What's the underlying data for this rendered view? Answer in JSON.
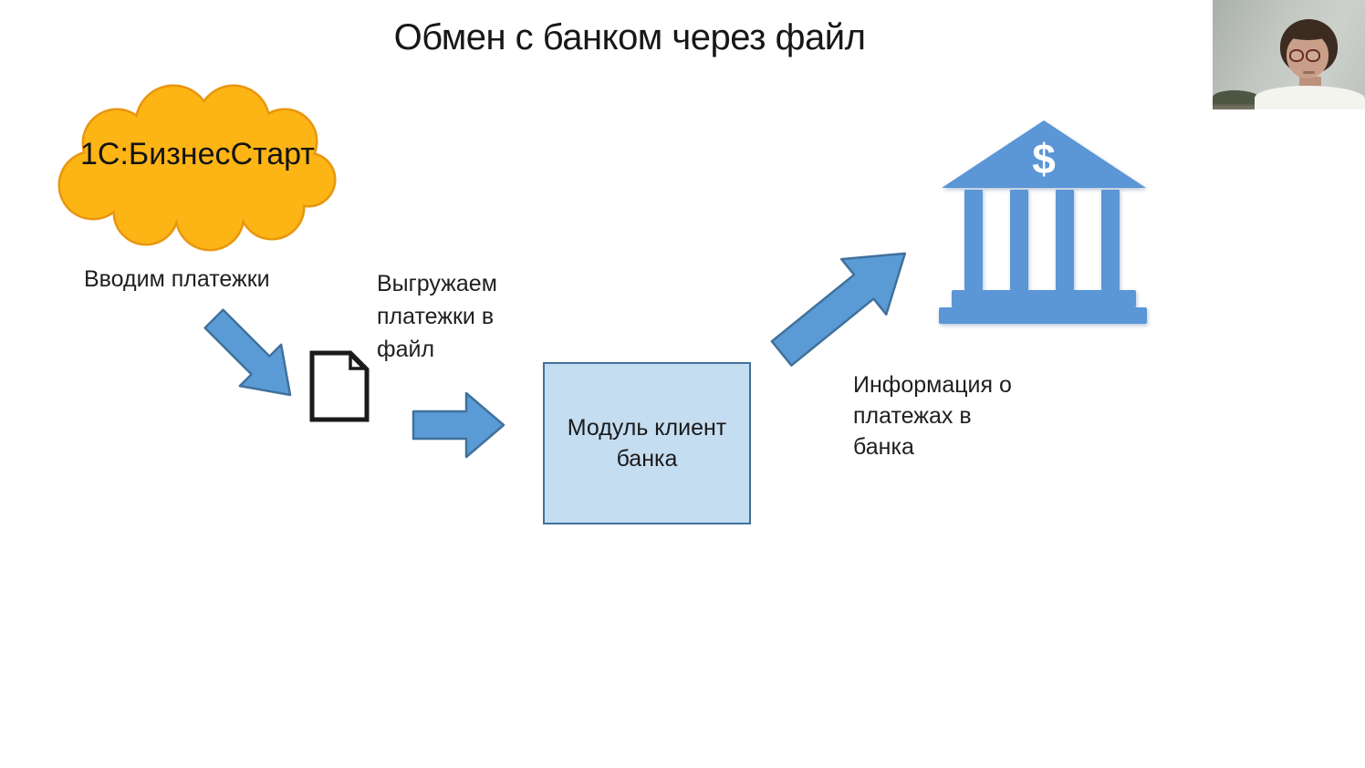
{
  "slide": {
    "title": "Обмен с банком через файл",
    "cloud_label": "1С:БизнесСтарт",
    "label_enter_payments": "Вводим платежки",
    "label_export_payments": "Выгружаем\nплатежки в\nфайл",
    "module_box_label": "Модуль клиент банка",
    "label_bank_info": "Информация о\nплатежах в\nбанка",
    "bank_currency_symbol": "$"
  },
  "colors": {
    "background": "#FFFFFF",
    "text": "#1C1C1C",
    "cloud_fill": "#FDB515",
    "cloud_stroke": "#E8960F",
    "arrow_fill": "#5B9BD5",
    "arrow_stroke": "#41719C",
    "module_box_fill": "#C5DDF1",
    "module_box_stroke": "#41719C",
    "bank_fill": "#5B96D6",
    "file_fill": "#FFFFFF",
    "file_stroke": "#1A1A1A"
  }
}
